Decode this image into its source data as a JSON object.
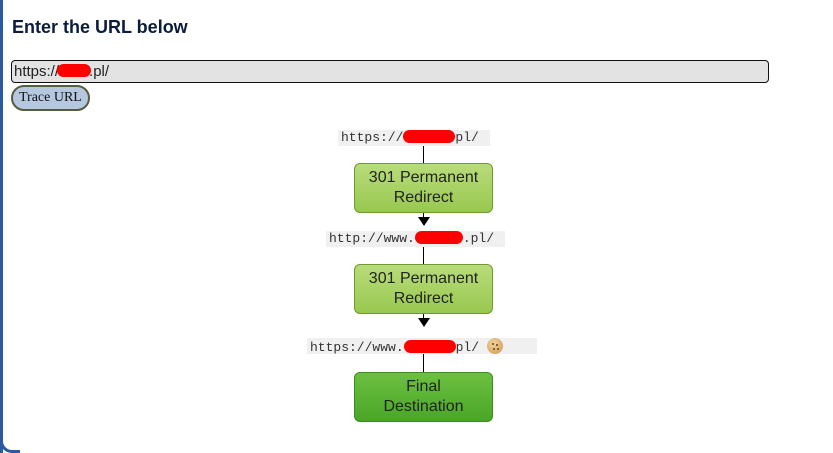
{
  "header": {
    "title": "Enter the URL below"
  },
  "form": {
    "url_prefix": "https://",
    "url_suffix": ".pl/",
    "button_label": "Trace URL"
  },
  "trace": {
    "steps": [
      {
        "url_prefix": "https://",
        "url_suffix": "pl/",
        "status": "301 Permanent Redirect"
      },
      {
        "url_prefix": "http://www.",
        "url_suffix": ".pl/",
        "status": "301 Permanent Redirect"
      },
      {
        "url_prefix": "https://www.",
        "url_suffix": "pl/",
        "status": "Final Destination",
        "has_cookie": true
      }
    ]
  },
  "colors": {
    "redirect_node": "#a8d264",
    "final_node": "#5ab334",
    "redaction": "#ff0000",
    "frame_border": "#2a5aa0"
  }
}
